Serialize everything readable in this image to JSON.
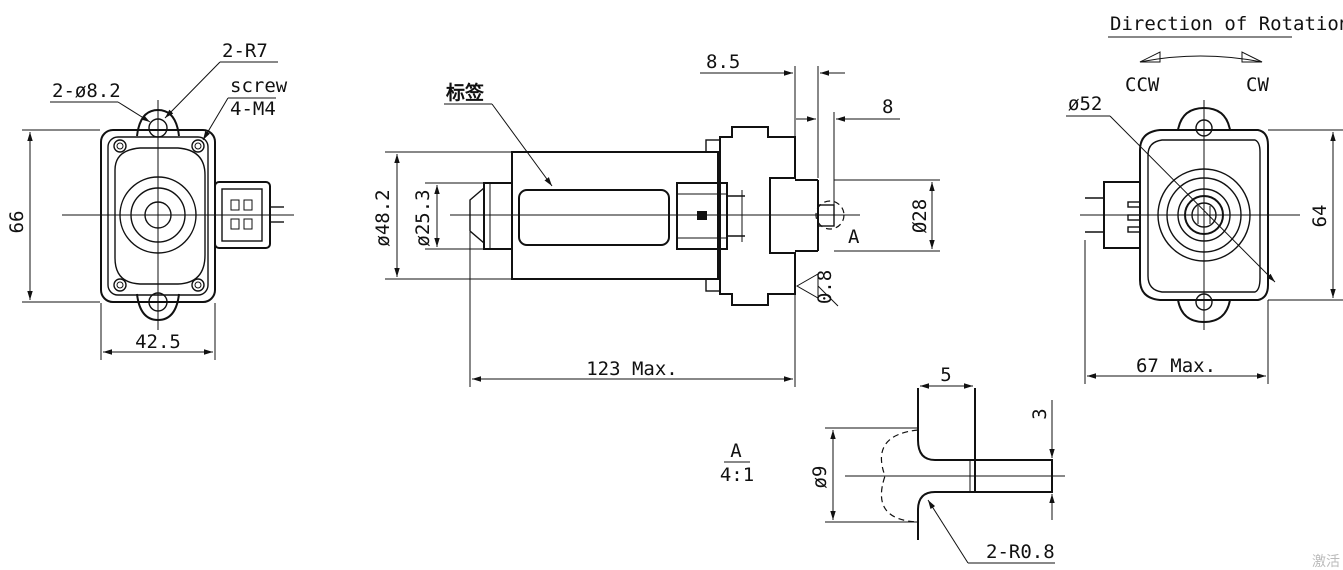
{
  "labels": {
    "two_r7": "2-R7",
    "two_dia82": "2-ø8.2",
    "screw": "screw",
    "four_m4": "4-M4",
    "dim_66": "66",
    "dim_425": "42.5",
    "label_cn": "标签",
    "dim_85": "8.5",
    "dim_8": "8",
    "dim_dia482": "ø48.2",
    "dim_dia253": "ø25.3",
    "dim_dia28": "Ø28",
    "dim_08": "0.8",
    "detail_a_marker": "A",
    "dim_123": "123 Max.",
    "dir_title": "Direction of Rotation",
    "ccw": "CCW",
    "cw": "CW",
    "dim_dia52": "ø52",
    "dim_64": "64",
    "dim_67": "67 Max.",
    "detail_title": "A",
    "detail_scale": "4:1",
    "dim_5": "5",
    "dim_3": "3",
    "dim_dia9": "ø9",
    "dim_2r08": "2-R0.8",
    "watermark": "激活"
  }
}
